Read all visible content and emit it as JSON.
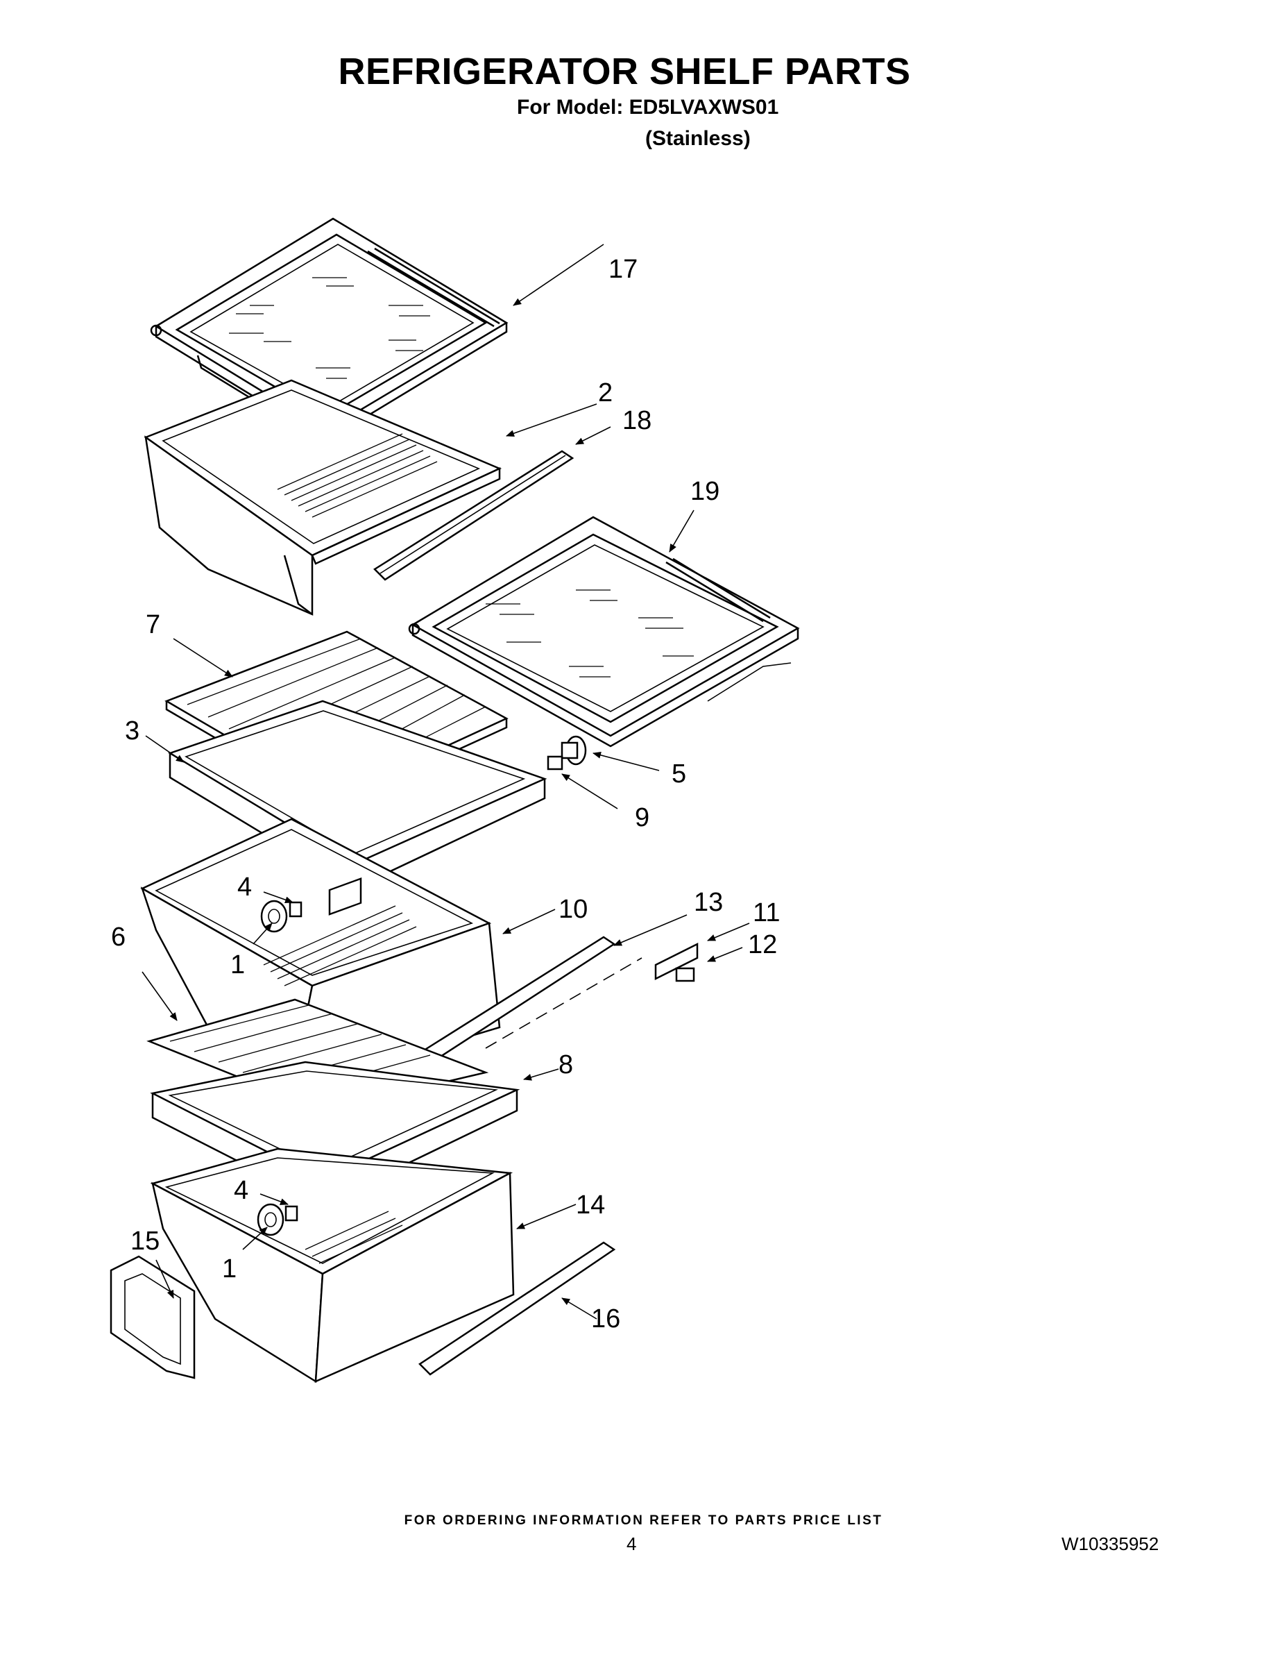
{
  "header": {
    "title": "REFRIGERATOR SHELF PARTS",
    "model_line": "For Model: ED5LVAXWS01",
    "variant": "(Stainless)"
  },
  "callouts": {
    "c17": "17",
    "c2": "2",
    "c18": "18",
    "c19": "19",
    "c7": "7",
    "c3": "3",
    "c5": "5",
    "c9": "9",
    "c4a": "4",
    "c1a": "1",
    "c10": "10",
    "c13": "13",
    "c11": "11",
    "c12": "12",
    "c6": "6",
    "c8": "8",
    "c4b": "4",
    "c1b": "1",
    "c14": "14",
    "c15": "15",
    "c16": "16"
  },
  "footer": {
    "ordering_note": "FOR ORDERING INFORMATION REFER TO PARTS PRICE LIST",
    "page_number": "4",
    "document_number": "W10335952"
  }
}
